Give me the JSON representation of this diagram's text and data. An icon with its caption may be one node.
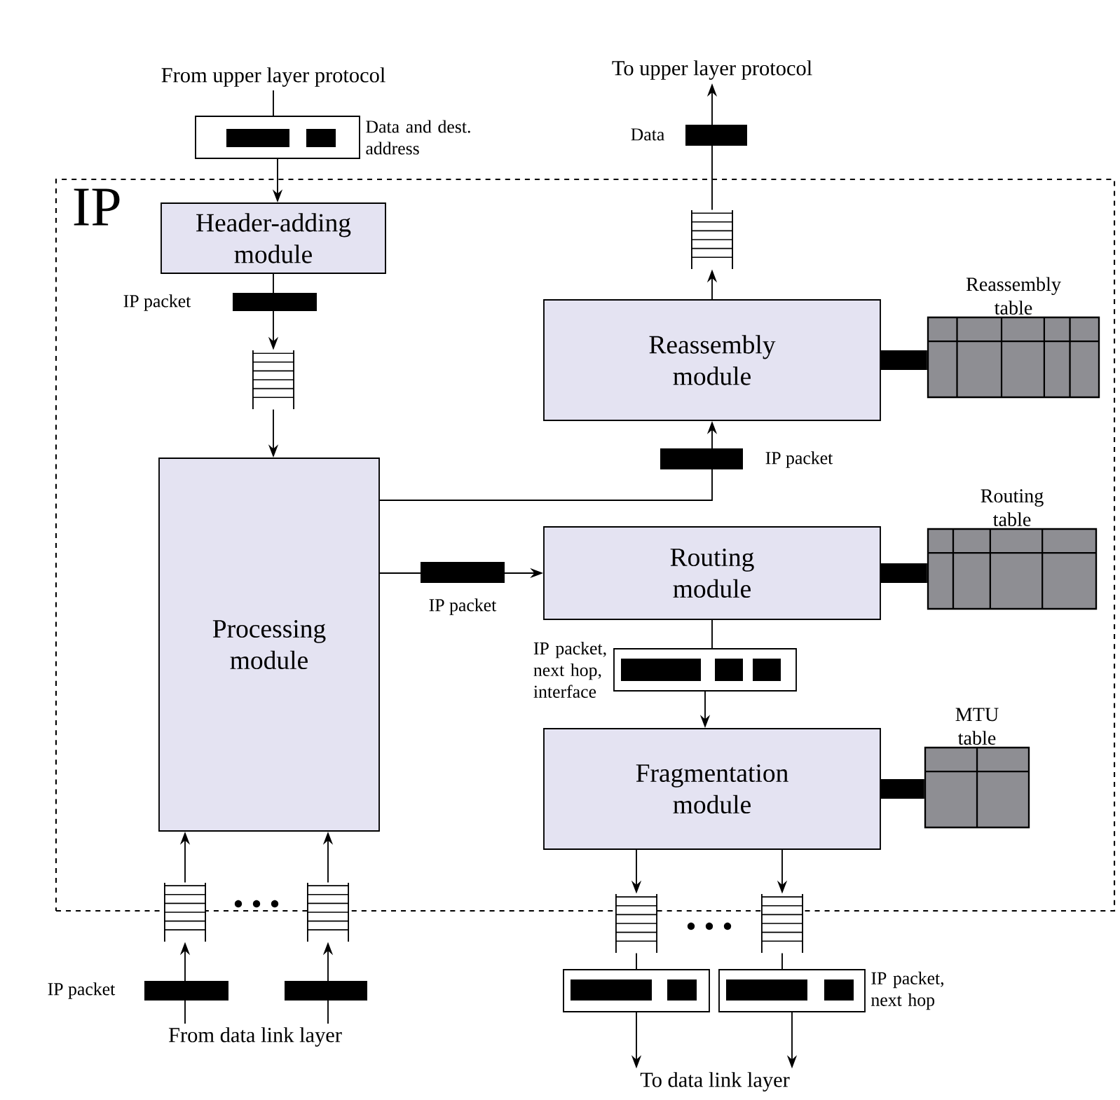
{
  "diagram": {
    "nodes": [
      {
        "text": [
          "IP"
        ]
      },
      {
        "text": [
          "From upper layer protocol"
        ]
      },
      {
        "text": [
          "Header-adding module"
        ],
        "in": 0
      },
      {
        "text": [],
        "shape": "queue",
        "in": 0
      },
      {
        "text": [
          "To upper layer protocol"
        ]
      },
      {
        "text": [],
        "shape": "queue",
        "in": 0
      },
      {
        "text": [
          "Reassembly module"
        ],
        "in": 0
      },
      {
        "text": [
          "Reassembly table"
        ],
        "in": 0
      },
      {
        "text": [
          "Processing module"
        ],
        "in": 0
      },
      {
        "text": [
          "Routing module"
        ],
        "in": 0
      },
      {
        "text": [
          "Routing table"
        ],
        "in": 0
      },
      {
        "text": [
          "Fragmentation module"
        ],
        "in": 0
      },
      {
        "text": [
          "MTU table"
        ],
        "in": 0
      },
      {
        "text": [],
        "shape": "queue"
      },
      {
        "text": [],
        "shape": "queue"
      },
      {
        "text": [],
        "shape": "queue"
      },
      {
        "text": [],
        "shape": "queue"
      },
      {
        "text": [
          "From data link layer"
        ]
      },
      {
        "text": [
          "To data link layer"
        ]
      },
      {
        "text": [],
        "shape": "box",
        "beside": [
          "Data and dest. address"
        ]
      },
      {
        "text": [],
        "shape": "box",
        "in": 0,
        "beside": [
          "IP packet, next hop, interface"
        ]
      },
      {
        "text": [],
        "shape": "box"
      },
      {
        "text": [],
        "shape": "box",
        "beside": [
          "IP packet, next hop"
        ]
      }
    ],
    "edges": [
      {
        "from": 1,
        "to": 19,
        "arrow": "none"
      },
      {
        "from": 19,
        "to": 2,
        "arrow": "to"
      },
      {
        "from": 2,
        "to": 3,
        "arrow": "to",
        "label": "IP packet"
      },
      {
        "from": 3,
        "to": 8,
        "arrow": "to"
      },
      {
        "from": 8,
        "to": 6,
        "arrow": "to",
        "label": "IP packet"
      },
      {
        "from": 6,
        "to": 5,
        "arrow": "to"
      },
      {
        "from": 5,
        "to": 4,
        "arrow": "to",
        "label": "Data"
      },
      {
        "from": 6,
        "to": 7,
        "arrow": "none",
        "style": "thick"
      },
      {
        "from": 8,
        "to": 9,
        "arrow": "to",
        "label": "IP packet"
      },
      {
        "from": 9,
        "to": 10,
        "arrow": "none",
        "style": "thick"
      },
      {
        "from": 9,
        "to": 20,
        "arrow": "none"
      },
      {
        "from": 20,
        "to": 11,
        "arrow": "to"
      },
      {
        "from": 11,
        "to": 12,
        "arrow": "none",
        "style": "thick"
      },
      {
        "from": 17,
        "to": 13,
        "arrow": "to",
        "label": "IP packet"
      },
      {
        "from": 17,
        "to": 14,
        "arrow": "to"
      },
      {
        "from": 13,
        "to": 8,
        "arrow": "to"
      },
      {
        "from": 14,
        "to": 8,
        "arrow": "to"
      },
      {
        "from": 11,
        "to": 15,
        "arrow": "to"
      },
      {
        "from": 11,
        "to": 16,
        "arrow": "to"
      },
      {
        "from": 15,
        "to": 21,
        "arrow": "none"
      },
      {
        "from": 21,
        "to": 18,
        "arrow": "to"
      },
      {
        "from": 16,
        "to": 22,
        "arrow": "none"
      },
      {
        "from": 22,
        "to": 18,
        "arrow": "to"
      }
    ]
  }
}
